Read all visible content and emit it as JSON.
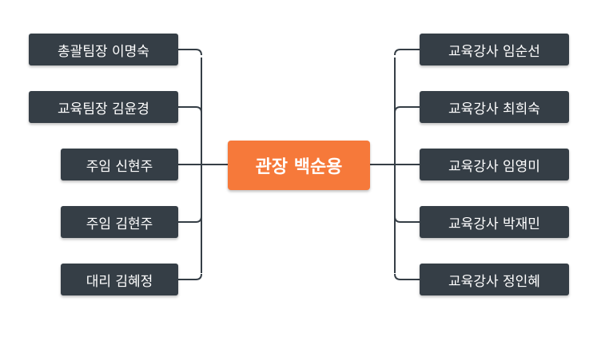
{
  "center": {
    "label": "관장 백순용"
  },
  "left_nodes": [
    {
      "label": "총괄팀장 이명숙"
    },
    {
      "label": "교육팀장 김윤경"
    },
    {
      "label": "주임 신현주"
    },
    {
      "label": "주임 김현주"
    },
    {
      "label": "대리 김혜정"
    }
  ],
  "right_nodes": [
    {
      "label": "교육강사 임순선"
    },
    {
      "label": "교육강사 최희숙"
    },
    {
      "label": "교육강사 임영미"
    },
    {
      "label": "교육강사 박재민"
    },
    {
      "label": "교육강사 정인혜"
    }
  ],
  "colors": {
    "center_fill": "#f6793a",
    "node_fill": "#353e46",
    "connector": "#353e46"
  }
}
